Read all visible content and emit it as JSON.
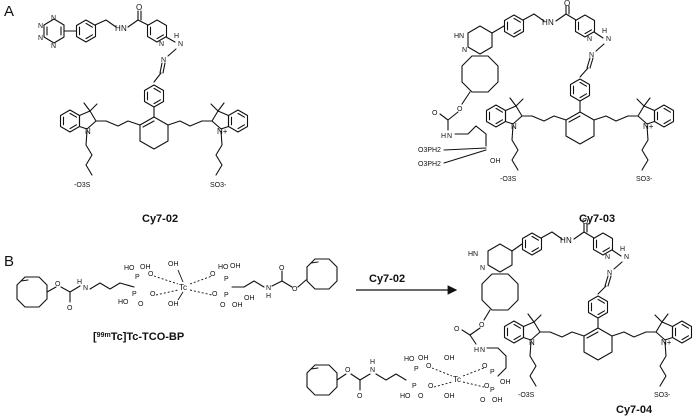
{
  "panels": {
    "a": "A",
    "b": "B"
  },
  "compounds": {
    "cy7_02": "Cy7-02",
    "cy7_03": "Cy7-03",
    "cy7_04": "Cy7-04",
    "tc_tco_bp_pre": "[",
    "tc_tco_bp_sup": "99m",
    "tc_tco_bp_main": "Tc]Tc-TCO-BP"
  },
  "reaction": {
    "reagent": "Cy7-02"
  },
  "atoms": {
    "O": "O",
    "N": "N",
    "NH": "NH",
    "H": "H",
    "HN": "HN",
    "OH": "OH",
    "HO": "HO",
    "P": "P",
    "Tc": "Tc",
    "N_plus": "N+",
    "so3_left": "-O3S",
    "so3_right": "SO3-",
    "o3ph2": "O3PH2"
  }
}
